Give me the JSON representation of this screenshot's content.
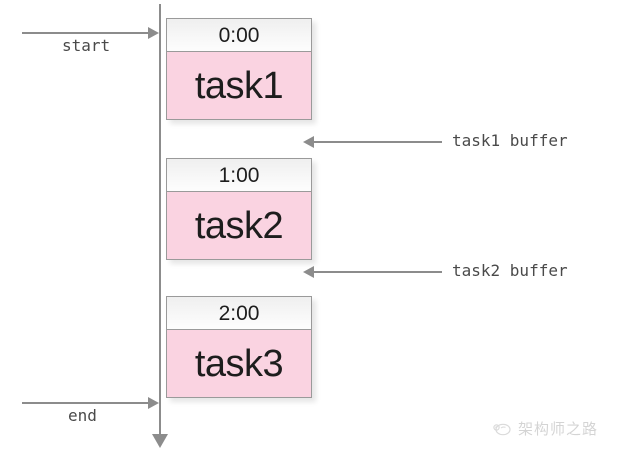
{
  "diagram": {
    "type": "timeline",
    "axis": {
      "name": "vertical-time-axis",
      "direction": "downward",
      "arrow_at": "bottom"
    },
    "tasks": [
      {
        "time": "0:00",
        "name": "task1"
      },
      {
        "time": "1:00",
        "name": "task2"
      },
      {
        "time": "2:00",
        "name": "task3"
      }
    ],
    "annotations": {
      "start": "start",
      "end": "end",
      "buffers": [
        "task1 buffer",
        "task2 buffer"
      ]
    },
    "colors": {
      "task_fill": "#fad3e1",
      "task_header_fill": "#f2f2f2",
      "border": "#9a9a9a",
      "line": "#8c8c8c",
      "text": "#1d1d1d",
      "annotation_text": "#4a4a4a"
    }
  },
  "watermark": {
    "text": "架构师之路",
    "logo": "bird-logo"
  }
}
